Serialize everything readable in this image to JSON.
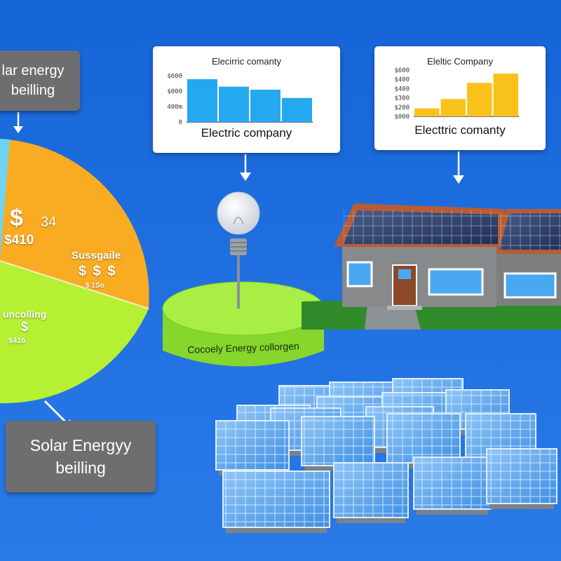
{
  "colors": {
    "background": "#1f6fe0",
    "pie_orange": "#f9ac21",
    "pie_green": "#b6f033",
    "bar_blue": "#24a8f0",
    "bar_yellow": "#f9c21b",
    "platform_green": "#9be83a"
  },
  "labels": {
    "top_box_line1": "lar energy",
    "top_box_line2": "beilling",
    "bottom_box_line1": "Solar Energyy",
    "bottom_box_line2": "beilling",
    "platform": "Cocoely Energy collorgen"
  },
  "pie": {
    "dollar_big": "$",
    "value_34": "34",
    "value_410": "$410",
    "sussgale": "Sussgaile",
    "dollars_row": "$  $  $",
    "small_value": "$ 1So",
    "uncolling": "uncolling",
    "dollar_small": "$",
    "value_416": "$416"
  },
  "icons": {
    "down_arrow": "down-arrow-icon",
    "light_bulb": "light-bulb-icon",
    "solar_panel": "solar-panel-icon",
    "house": "house-icon"
  },
  "chart_data": [
    {
      "type": "bar",
      "title": "Elecirric comanty",
      "xlabel": "Electric company",
      "ytick_labels": [
        "$600",
        "$000",
        "400m",
        "0"
      ],
      "values": [
        5.7,
        4.7,
        4.3,
        3.2
      ],
      "color": "#24a8f0"
    },
    {
      "type": "bar",
      "title": "Eleltic Company",
      "xlabel": "Electtric comanty",
      "ytick_labels": [
        "$600",
        "$400",
        "$400",
        "$300",
        "$200",
        "$000"
      ],
      "values": [
        1.3,
        2.8,
        5.4,
        6.9
      ],
      "color": "#f9c21b"
    }
  ]
}
